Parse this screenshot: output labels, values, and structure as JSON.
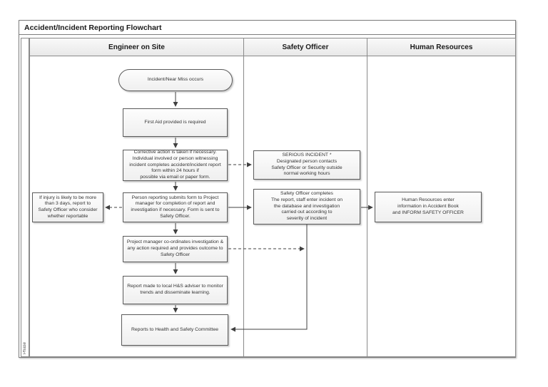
{
  "title": "Accident/Incident Reporting Flowchart",
  "phase_label": "Phase",
  "lanes": [
    {
      "label": "Engineer on Site"
    },
    {
      "label": "Safety Officer"
    },
    {
      "label": "Human Resources"
    }
  ],
  "nodes": {
    "incident": {
      "text": "Incident/Near Miss occurs"
    },
    "first_aid": {
      "text": "First Aid provided is required"
    },
    "corrective_action": {
      "text": "Corrective action is taken if necessary.\nIndividual involved or person witnessing\nincident completes accident/incident report\nform within 24 hours if\npossible via email or paper form."
    },
    "person_reporting": {
      "text": "Person reporting submits form to Project\nmanager for completion of report  and\ninvestigation if necessary. Form is sent to\nSafety Officer."
    },
    "project_manager": {
      "text": "Project manager co-ordinates investigation &\nany action required and provides outcome to\nSafety Officer"
    },
    "hs_adviser": {
      "text": "Report made to local H&S adviser to monitor\ntrends and disseminate learning."
    },
    "hs_committee": {
      "text": "Reports to Health and Safety Committee"
    },
    "injury_report": {
      "text": "If injury is likely to be more\nthan 3 days, report to\nSafety Officer who consider\nwhether reportable"
    },
    "serious_incident": {
      "text": "SERIOUS INCIDENT *\nDesignated person contacts\nSafety Officer or Security  outside\nnormal working hours"
    },
    "safety_officer_completes": {
      "text": "Safety Officer completes\nThe report, staff enter incident on\nthe database and investigation\ncarried out according to\nseverity of incident"
    },
    "hr_accident_book": {
      "text": "Human Resources enter\ninformation in Accident Book\nand INFORM SAFETY OFFICER"
    }
  },
  "colors": {
    "frame_border": "#7c7c7c",
    "node_border": "#5b5b5b",
    "node_fill": "#f4f4f4",
    "header_fill": "#ececec",
    "connector": "#404040",
    "text": "#333333"
  }
}
